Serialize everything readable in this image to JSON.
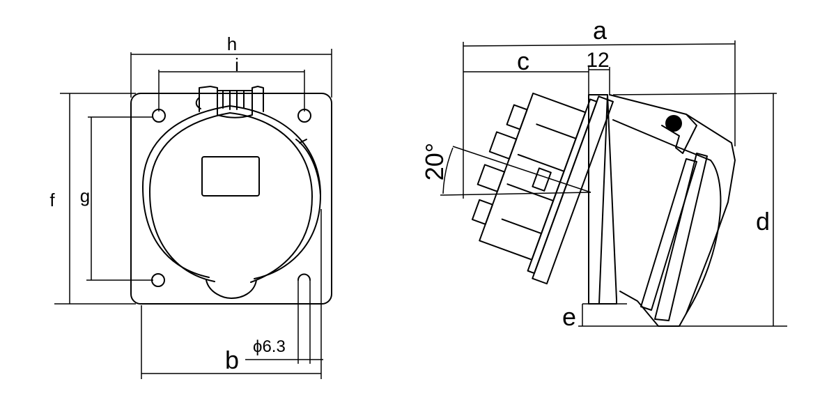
{
  "front_view": {
    "labels": {
      "h": "h",
      "i": "i",
      "f": "f",
      "g": "g",
      "b": "b",
      "hole": "ϕ6.3"
    }
  },
  "side_view": {
    "labels": {
      "a": "a",
      "c": "c",
      "twelve": "12",
      "angle": "20°",
      "d": "d",
      "e": "e"
    }
  }
}
